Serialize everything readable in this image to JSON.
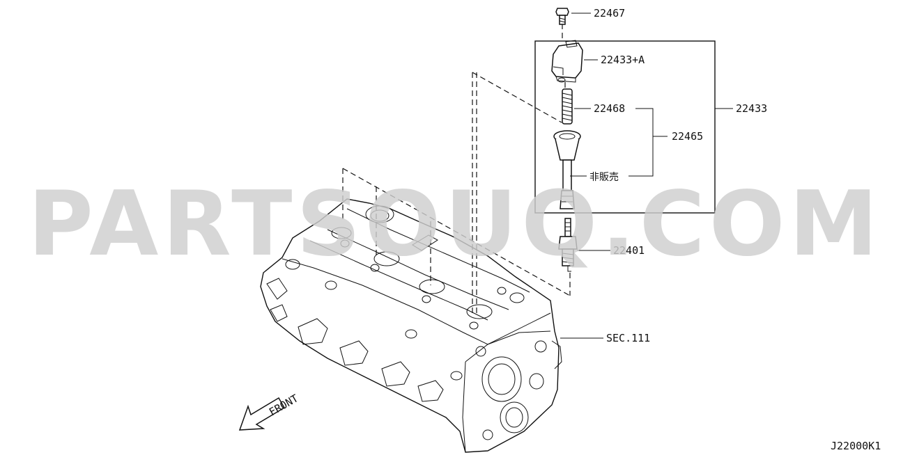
{
  "diagram": {
    "code": "J22000K1",
    "direction_label": "FRONT",
    "callouts": {
      "bolt": "22467",
      "coil_body": "22433+A",
      "spring": "22468",
      "boot_assembly": "22465",
      "ignition_coil": "22433",
      "not_for_sale": "非販売",
      "spark_plug": "22401",
      "cylinder_head": "SEC.111"
    }
  },
  "watermark": {
    "text": "PARTSOUQ.COM",
    "color": "#cfcfcf"
  },
  "colors": {
    "line": "#111111",
    "background": "#ffffff"
  }
}
